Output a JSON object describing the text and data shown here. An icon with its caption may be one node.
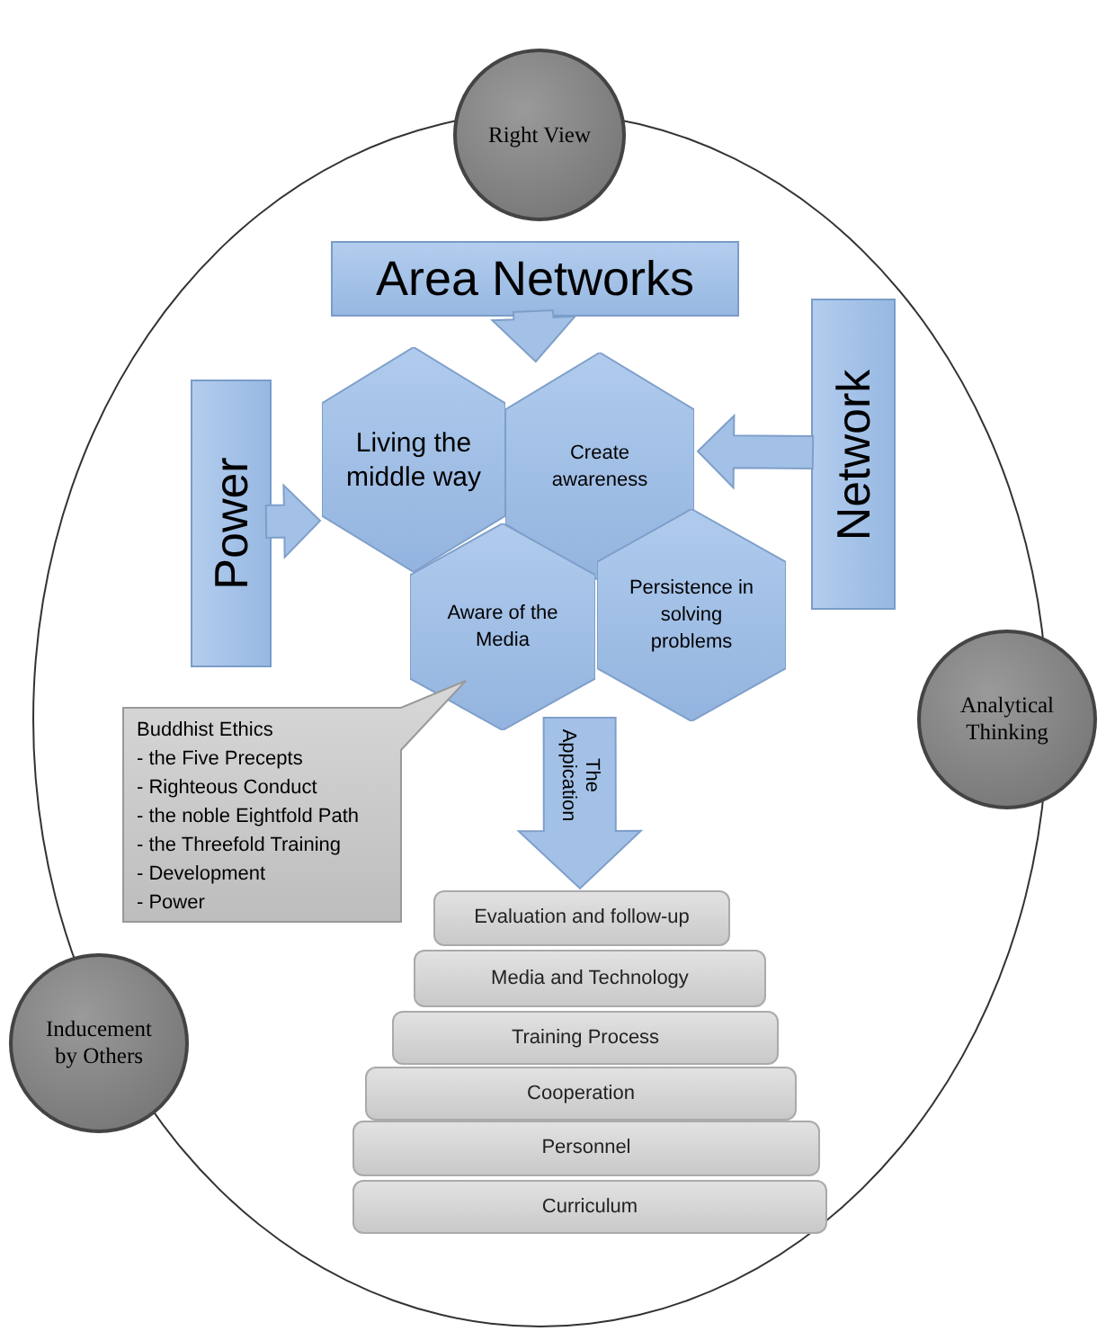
{
  "diagram": {
    "nodes": [
      {
        "text": [],
        "shape": "ellipse"
      },
      {
        "text": [
          "Right View"
        ]
      },
      {
        "text": [
          "Analytical Thinking"
        ]
      },
      {
        "text": [
          "Inducement by Others"
        ]
      },
      {
        "text": [
          "Area Networks"
        ],
        "in": 0
      },
      {
        "text": [
          "Power"
        ],
        "in": 0
      },
      {
        "text": [
          "Network"
        ],
        "in": 0
      },
      {
        "text": [
          "Living the middle way"
        ],
        "in": 0
      },
      {
        "text": [
          "Create awareness"
        ],
        "in": 0
      },
      {
        "text": [
          "Aware of the Media"
        ],
        "in": 0
      },
      {
        "text": [
          "Persistence in solving problems"
        ],
        "in": 0
      },
      {
        "text": [
          "Buddhist Ethics",
          "- the Five Precepts",
          "- Righteous Conduct",
          "- the noble Eightfold Path",
          "- the Threefold Training",
          "- Development",
          "- Power"
        ],
        "in": 0
      },
      {
        "text": [
          "Evaluation and follow-up"
        ],
        "in": 0
      },
      {
        "text": [
          "Media and Technology"
        ],
        "in": 0
      },
      {
        "text": [
          "Training Process"
        ],
        "in": 0
      },
      {
        "text": [
          "Cooperation"
        ],
        "in": 0
      },
      {
        "text": [
          "Personnel"
        ],
        "in": 0
      },
      {
        "text": [
          "Curriculum"
        ],
        "in": 0
      }
    ],
    "edges": [
      {
        "from": 4,
        "to": 8,
        "arrow": "to"
      },
      {
        "from": 5,
        "to": 7,
        "arrow": "to"
      },
      {
        "from": 6,
        "to": 8,
        "arrow": "to"
      },
      {
        "from": 9,
        "to": 12,
        "arrow": "to",
        "label": "The Appication",
        "style": "thick"
      }
    ]
  }
}
